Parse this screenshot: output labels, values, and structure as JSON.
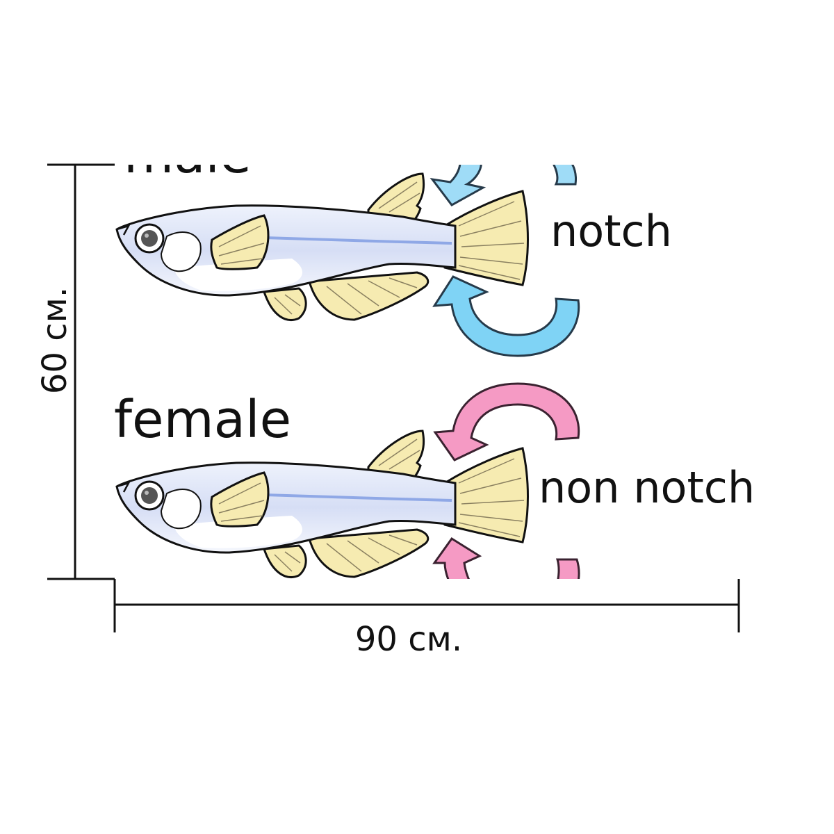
{
  "dimensions": {
    "height_label": "60 см.",
    "width_label": "90 см."
  },
  "panels": [
    {
      "heading": "male",
      "tail_label": "notch",
      "arrow_color": "#7fd3f5",
      "arrow_color_light": "#cdeefc"
    },
    {
      "heading": "female",
      "tail_label": "non notch",
      "arrow_color": "#f59ac4",
      "arrow_color_light": "#fbd0e4"
    }
  ],
  "colors": {
    "fish_body": "#dfe6f8",
    "fish_stripe": "#8fa8e6",
    "fish_belly": "#ffffff",
    "fin": "#f6ebb1",
    "outline": "#111111"
  }
}
